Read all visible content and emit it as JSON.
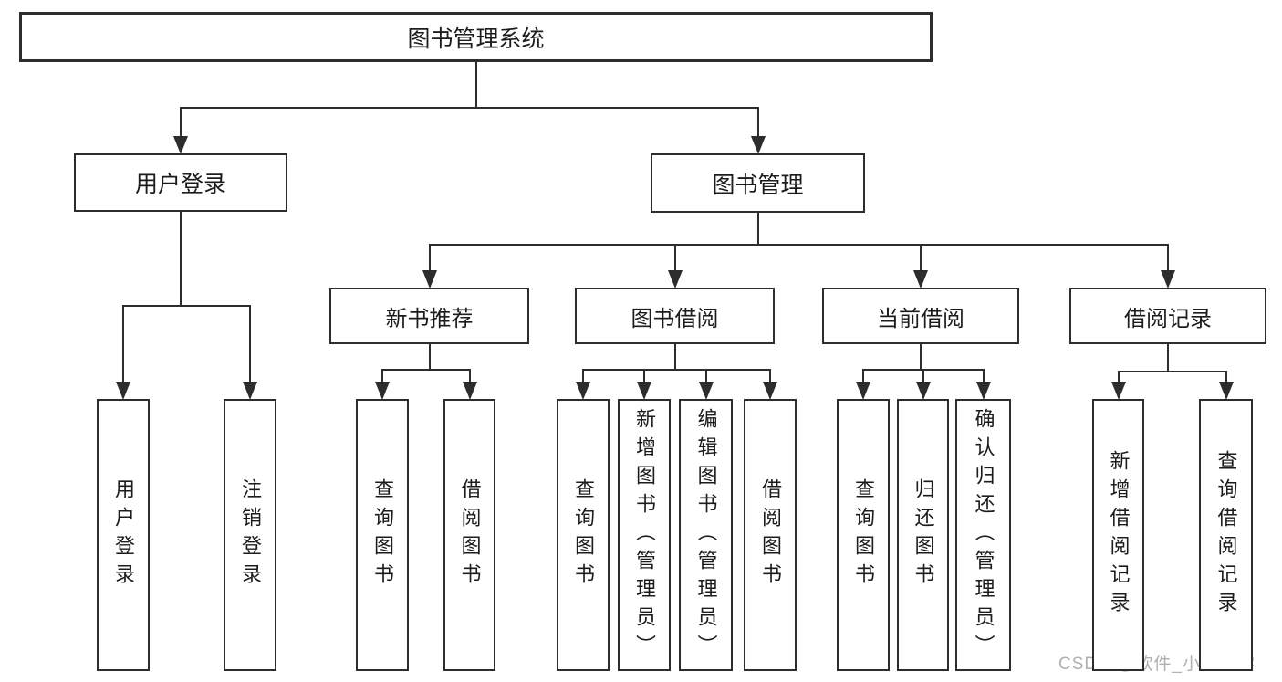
{
  "diagram": {
    "type": "tree",
    "root": {
      "id": "root",
      "label": "图书管理系统",
      "children": [
        {
          "id": "user-login",
          "label": "用户登录",
          "children": [
            {
              "id": "user-login-action",
              "label": "用户登录",
              "vertical": true
            },
            {
              "id": "logout-action",
              "label": "注销登录",
              "vertical": true
            }
          ]
        },
        {
          "id": "book-mgmt",
          "label": "图书管理",
          "children": [
            {
              "id": "new-book-rec",
              "label": "新书推荐",
              "children": [
                {
                  "id": "query-book-rec",
                  "label": "查询图书",
                  "vertical": true
                },
                {
                  "id": "borrow-book-rec",
                  "label": "借阅图书",
                  "vertical": true
                }
              ]
            },
            {
              "id": "book-borrow",
              "label": "图书借阅",
              "children": [
                {
                  "id": "query-book-borrow",
                  "label": "查询图书",
                  "vertical": true
                },
                {
                  "id": "add-book",
                  "label": "新增图书（管理员）",
                  "vertical": true
                },
                {
                  "id": "edit-book",
                  "label": "编辑图书（管理员）",
                  "vertical": true
                },
                {
                  "id": "borrow-book",
                  "label": "借阅图书",
                  "vertical": true
                }
              ]
            },
            {
              "id": "current-borrow",
              "label": "当前借阅",
              "children": [
                {
                  "id": "query-book-current",
                  "label": "查询图书",
                  "vertical": true
                },
                {
                  "id": "return-book",
                  "label": "归还图书",
                  "vertical": true
                },
                {
                  "id": "confirm-return",
                  "label": "确认归还（管理员）",
                  "vertical": true
                }
              ]
            },
            {
              "id": "borrow-record",
              "label": "借阅记录",
              "children": [
                {
                  "id": "add-borrow-record",
                  "label": "新增借阅记录",
                  "vertical": true
                },
                {
                  "id": "query-borrow-record",
                  "label": "查询借阅记录",
                  "vertical": true
                }
              ]
            }
          ]
        }
      ]
    }
  },
  "watermark": {
    "text": "CSDN @软件_小贺同学"
  },
  "colors": {
    "line": "#2d2d2d",
    "text": "#1c1c1c",
    "watermark": "#b0b0b0",
    "background": "#ffffff"
  }
}
